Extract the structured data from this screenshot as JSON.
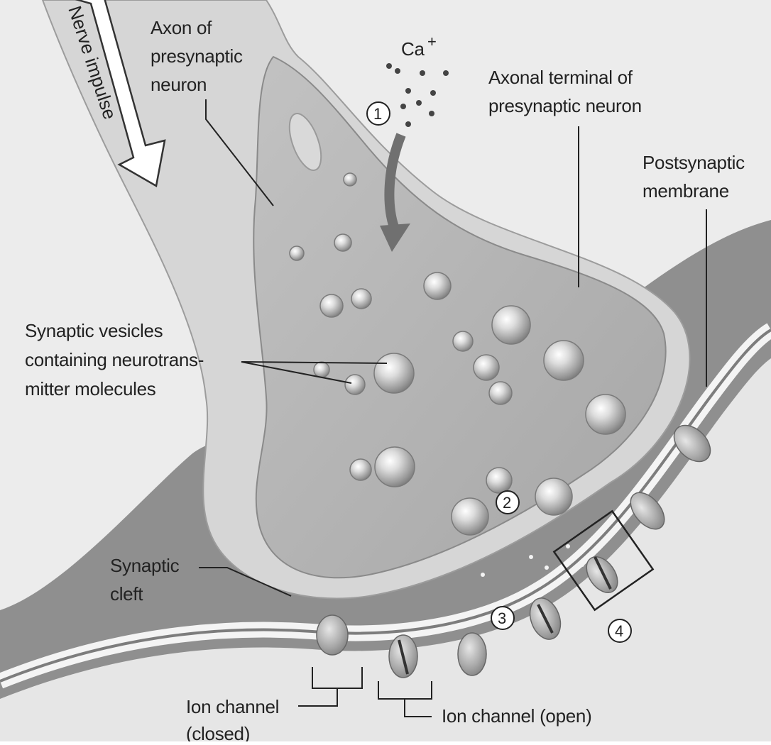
{
  "diagram": {
    "nerve_impulse": "Nerve impulse",
    "ca_label": "Ca",
    "ca_charge": "+",
    "labels": {
      "axon": [
        "Axon of",
        "presynaptic",
        "neuron"
      ],
      "axonal_terminal": [
        "Axonal terminal of",
        "presynaptic neuron"
      ],
      "postsynaptic": [
        "Postsynaptic",
        "membrane"
      ],
      "vesicles": [
        "Synaptic vesicles",
        "containing neurotrans-",
        "mitter molecules"
      ],
      "cleft": [
        "Synaptic",
        "cleft"
      ],
      "ion_closed": [
        "Ion channel",
        "(closed)"
      ],
      "ion_open": "Ion channel (open)"
    },
    "steps": [
      "1",
      "2",
      "3",
      "4"
    ],
    "colors": {
      "background": "#e9e9e9",
      "cleft_dark": "#8c8c8c",
      "terminal_outer": "#d4d4d4",
      "terminal_inner": "#b0b0b0",
      "arrow": "#6f6f6f"
    }
  }
}
